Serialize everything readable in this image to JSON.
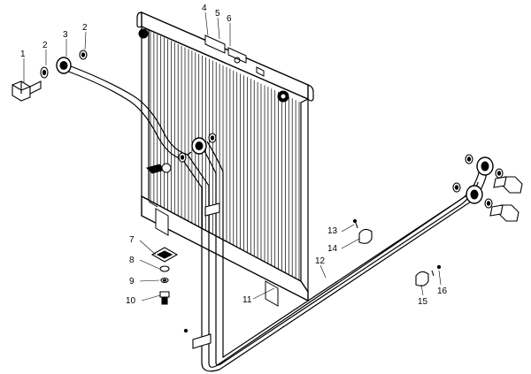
{
  "diagram": {
    "style": "exploded-view technical line drawing",
    "ink_color": "#000000",
    "background_color": "#ffffff",
    "components": {
      "radiator_core": {
        "name": "radiator-core"
      },
      "cooler_pipe_assembly": {
        "name": "cooler-pipe-assembly"
      }
    },
    "callouts": [
      {
        "number": "1"
      },
      {
        "number": "2"
      },
      {
        "number": "3"
      },
      {
        "number": "2"
      },
      {
        "number": "4"
      },
      {
        "number": "5"
      },
      {
        "number": "6"
      },
      {
        "number": "7"
      },
      {
        "number": "8"
      },
      {
        "number": "9"
      },
      {
        "number": "10"
      },
      {
        "number": "11"
      },
      {
        "number": "12"
      },
      {
        "number": "13"
      },
      {
        "number": "14"
      },
      {
        "number": "15"
      },
      {
        "number": "16"
      }
    ]
  }
}
